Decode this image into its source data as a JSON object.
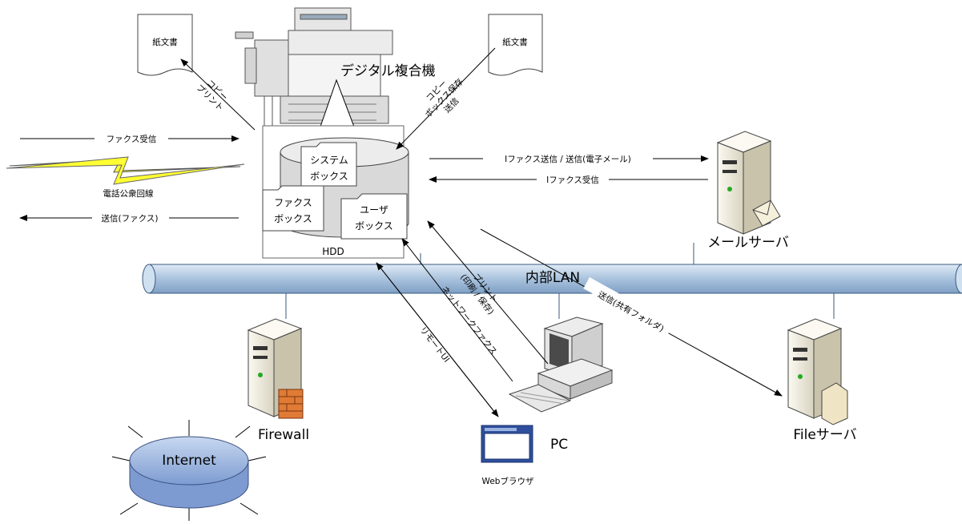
{
  "device": {
    "title": "デジタル複合機",
    "hdd_label": "HDD",
    "boxes": {
      "system": [
        "システム",
        "ボックス"
      ],
      "fax": [
        "ファクス",
        "ボックス"
      ],
      "user": [
        "ユーザ",
        "ボックス"
      ]
    }
  },
  "paper_docs": {
    "left": "紙文書",
    "right": "紙文書"
  },
  "flows": {
    "copy_print": [
      "コピー",
      "プリント"
    ],
    "copy_box_send": [
      "コピー",
      "ボックス保存",
      "送信"
    ],
    "fax_receive": "ファクス受信",
    "public_line": "電話公衆回線",
    "fax_send": "送信(ファクス)",
    "ifax_send": "Iファクス送信 / 送信(電子メール)",
    "ifax_receive": "Iファクス受信",
    "network_fax": "ネットワークファクス",
    "print_pc": [
      "プリント",
      "(印刷 / 保存)"
    ],
    "remote_ui": "リモートUI",
    "send_shared": "送信(共有フォルダ)"
  },
  "network": {
    "lan_label": "内部LAN"
  },
  "nodes": {
    "mail_server": "メールサーバ",
    "file_server": "Fileサーバ",
    "firewall": "Firewall",
    "internet": "Internet",
    "pc": "PC",
    "web_browser": "Webブラウザ"
  },
  "colors": {
    "lan": "#b8d0e6",
    "lan_stroke": "#3a5a80",
    "lightning": "#ffff33",
    "internet": "#9cb8e0",
    "disk": "#d9d9d9",
    "server": "#f2efe4"
  }
}
